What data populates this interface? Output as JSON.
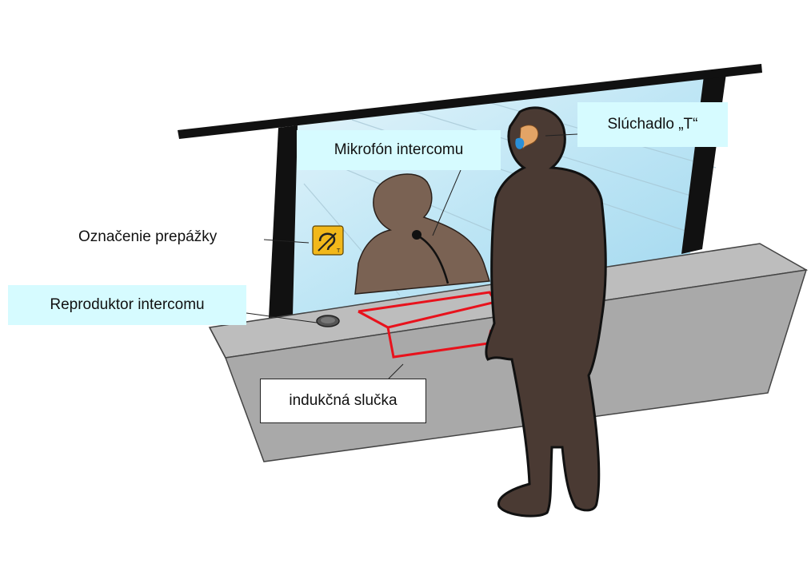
{
  "labels": {
    "hearing_aid": "Slúchadlo „T“",
    "microphone": "Mikrofón intercomu",
    "counter_sign": "Označenie prepážky",
    "speaker": "Reproduktor intercomu",
    "induction_loop": "indukčná slučka"
  },
  "colors": {
    "glass": "#bfe6f5",
    "counter": "#bdbdbd",
    "counter_front": "#a9a9a9",
    "person": "#4a3a33",
    "clerk": "#6e5546",
    "loop": "#e8121c",
    "label_bg": "#d6fbff",
    "sign": "#f2b81a"
  },
  "icons": [
    "hearing-loop-sign-icon",
    "hearing-aid-icon",
    "microphone-icon",
    "speaker-icon"
  ]
}
